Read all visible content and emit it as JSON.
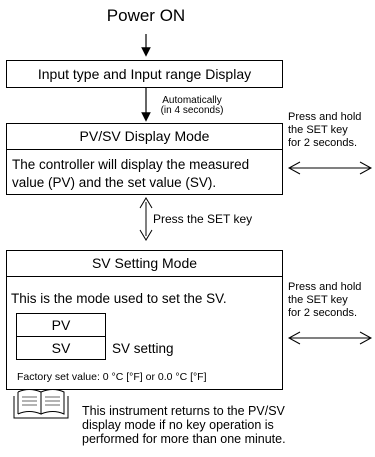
{
  "power_label": "Power ON",
  "input_display_label": "Input type and Input range Display",
  "auto_note": {
    "line1": "Automatically",
    "line2": "(in 4 seconds)"
  },
  "pvsv_mode": {
    "title": "PV/SV Display Mode",
    "desc_line1": "The controller will display the measured",
    "desc_line2": "value (PV) and the set value (SV)."
  },
  "press_hold_top": {
    "line1": "Press and hold",
    "line2": "the SET key",
    "line3": "for 2 seconds."
  },
  "press_set_key": "Press the SET key",
  "sv_setting_mode": {
    "title": "SV Setting Mode",
    "desc": "This is the mode used to set the SV.",
    "pv_label": "PV",
    "sv_label": "SV",
    "sv_setting_label": "SV setting",
    "factory_note": "Factory set value: 0 °C [°F] or 0.0 °C [°F]"
  },
  "press_hold_bottom": {
    "line1": "Press and hold",
    "line2": "the SET key",
    "line3": "for 2 seconds."
  },
  "manual_note": {
    "icon": "book-icon",
    "line1": "This instrument returns to the PV/SV",
    "line2": "display mode if no key operation is",
    "line3": "performed for more than one minute."
  }
}
